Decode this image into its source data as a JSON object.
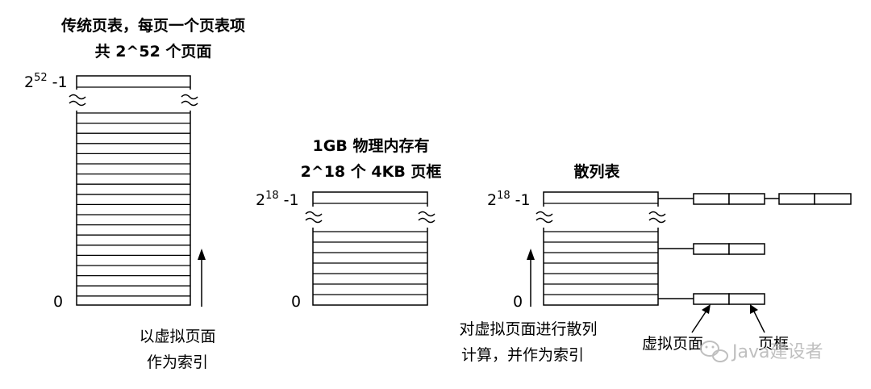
{
  "traditional": {
    "title_line1": "传统页表，每页一个页表项",
    "title_line2": "共 2^52 个页面",
    "top_base": "2",
    "top_exp": "52",
    "top_suffix": " -1",
    "bottom": "0",
    "caption_line1": "以虚拟页面",
    "caption_line2": "作为索引"
  },
  "physical": {
    "title_line1": "1GB 物理内存有",
    "title_line2": "2^18 个 4KB 页框",
    "top_base": "2",
    "top_exp": "18",
    "top_suffix": " -1",
    "bottom": "0"
  },
  "hash": {
    "title": "散列表",
    "top_base": "2",
    "top_exp": "18",
    "top_suffix": " -1",
    "bottom": "0",
    "caption_line1": "对虚拟页面进行散列",
    "caption_line2": "计算，并作为索引",
    "label_virtual_page": "虚拟页面",
    "label_page_frame": "页框"
  },
  "watermark": {
    "text": "Java建设者",
    "icon": "wechat-icon"
  }
}
